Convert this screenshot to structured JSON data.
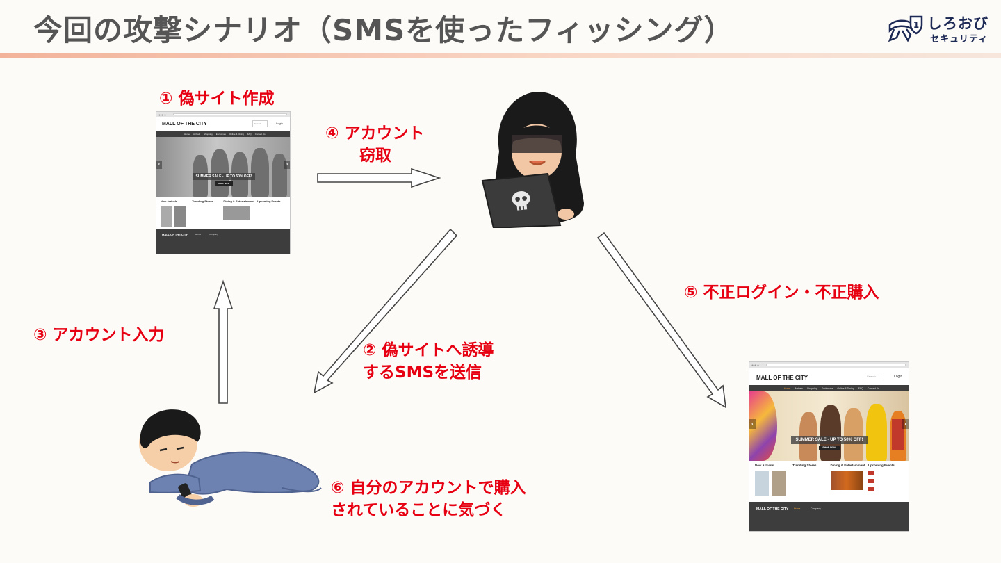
{
  "title": "今回の攻撃シナリオ（SMSを使ったフィッシング）",
  "logo": {
    "line1": "しろおび",
    "line2": "セキュリティ",
    "badge": "1"
  },
  "steps": {
    "s1": "① 偽サイト作成",
    "s2_line1": "② 偽サイトへ誘導",
    "s2_line2": "するSMSを送信",
    "s3": "③ アカウント入力",
    "s4_line1": "④ アカウント",
    "s4_line2": "窃取",
    "s5": "⑤ 不正ログイン・不正購入",
    "s6_line1": "⑥ 自分のアカウントで購入",
    "s6_line2": "されていることに気づく"
  },
  "site": {
    "name": "MALL OF THE CITY",
    "nav": [
      "Home",
      "Arrivals",
      "Shopping",
      "Exclusives",
      "Online & Dining",
      "FAQ",
      "Contact Us"
    ],
    "search": "Search",
    "login": "Login",
    "banner": "SUMMER SALE - UP TO 50% OFF!",
    "shop_now": "SHOP NOW",
    "sections": [
      "New Arrivals",
      "Trending Stores",
      "Dining & Entertainment",
      "Upcoming Events"
    ],
    "footer_col1": "Home",
    "footer_col2": "Company"
  },
  "colors": {
    "accent_red": "#e60012",
    "title_gray": "#555555",
    "logo_navy": "#1d2a55"
  }
}
